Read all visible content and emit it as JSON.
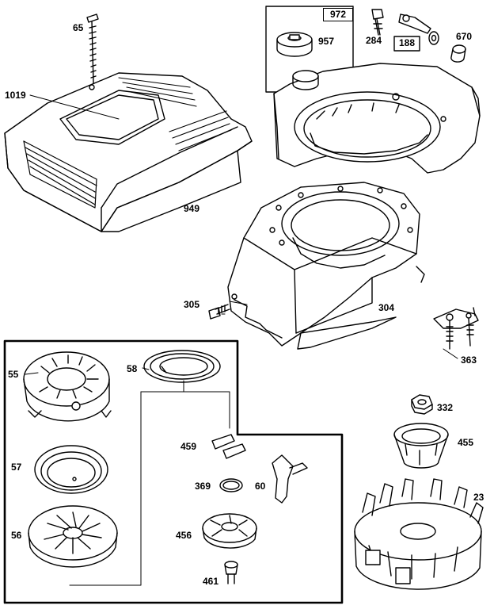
{
  "parts": {
    "p65": "65",
    "p1019": "1019",
    "p949": "949",
    "p972": "972",
    "p957": "957",
    "p284": "284",
    "p188": "188",
    "p670": "670",
    "p305": "305",
    "p304": "304",
    "p363": "363",
    "p55": "55",
    "p58": "58",
    "p57": "57",
    "p459": "459",
    "p369": "369",
    "p60": "60",
    "p56": "56",
    "p456": "456",
    "p461": "461",
    "p332": "332",
    "p455": "455",
    "p23": "23"
  }
}
